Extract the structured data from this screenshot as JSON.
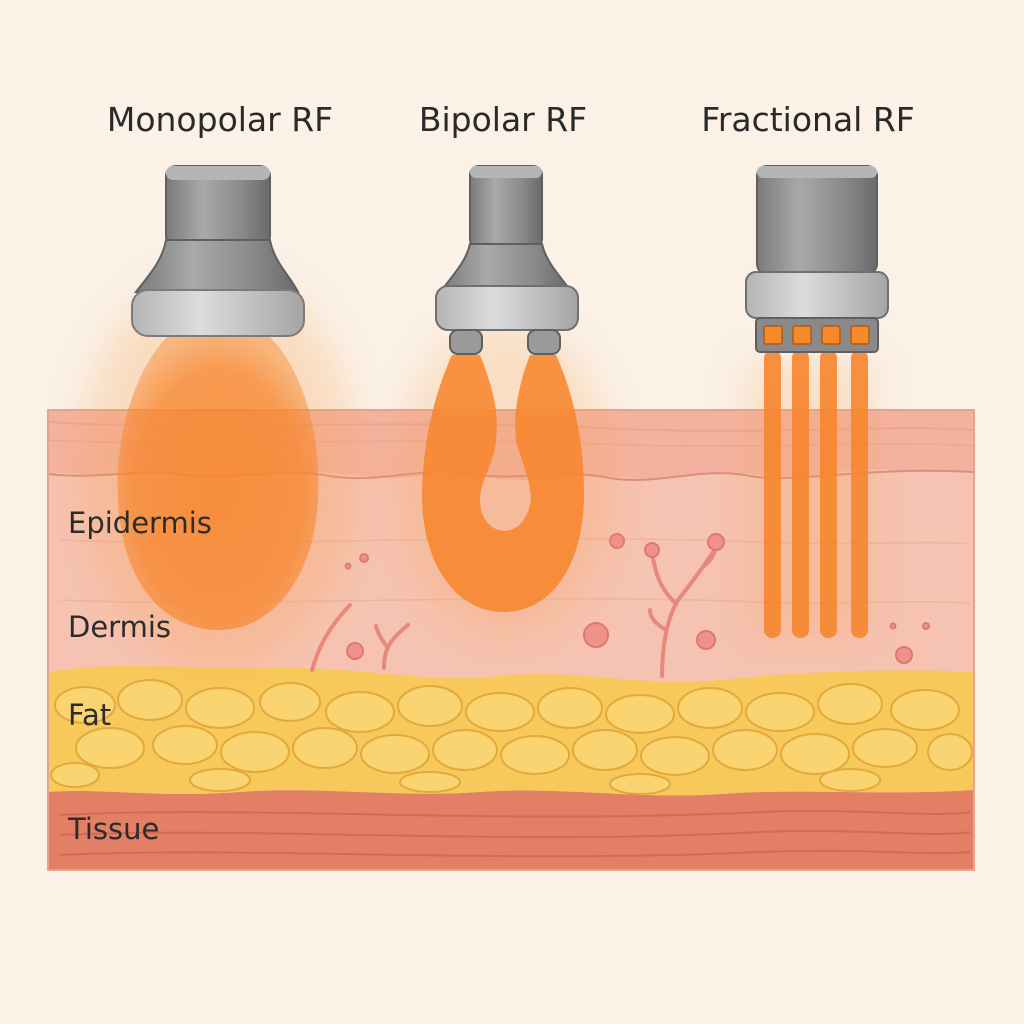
{
  "titles": {
    "monopolar": "Monopolar RF",
    "bipolar": "Bipolar RF",
    "fractional": "Fractional RF"
  },
  "layers": {
    "epidermis": "Epidermis",
    "dermis": "Dermis",
    "fat": "Fat",
    "tissue": "Tissue"
  },
  "colors": {
    "background": "#fbf1e7",
    "epidermis": "#f3b6a2",
    "dermis": "#f6c3b2",
    "fat": "#f7c95a",
    "tissue": "#e27f64",
    "rf_energy": "#f7862e",
    "electrode": "#8f8f8f"
  },
  "icons": {
    "monopolar_probe": "monopolar-probe-icon",
    "bipolar_probe": "bipolar-probe-icon",
    "fractional_probe": "fractional-probe-icon"
  }
}
